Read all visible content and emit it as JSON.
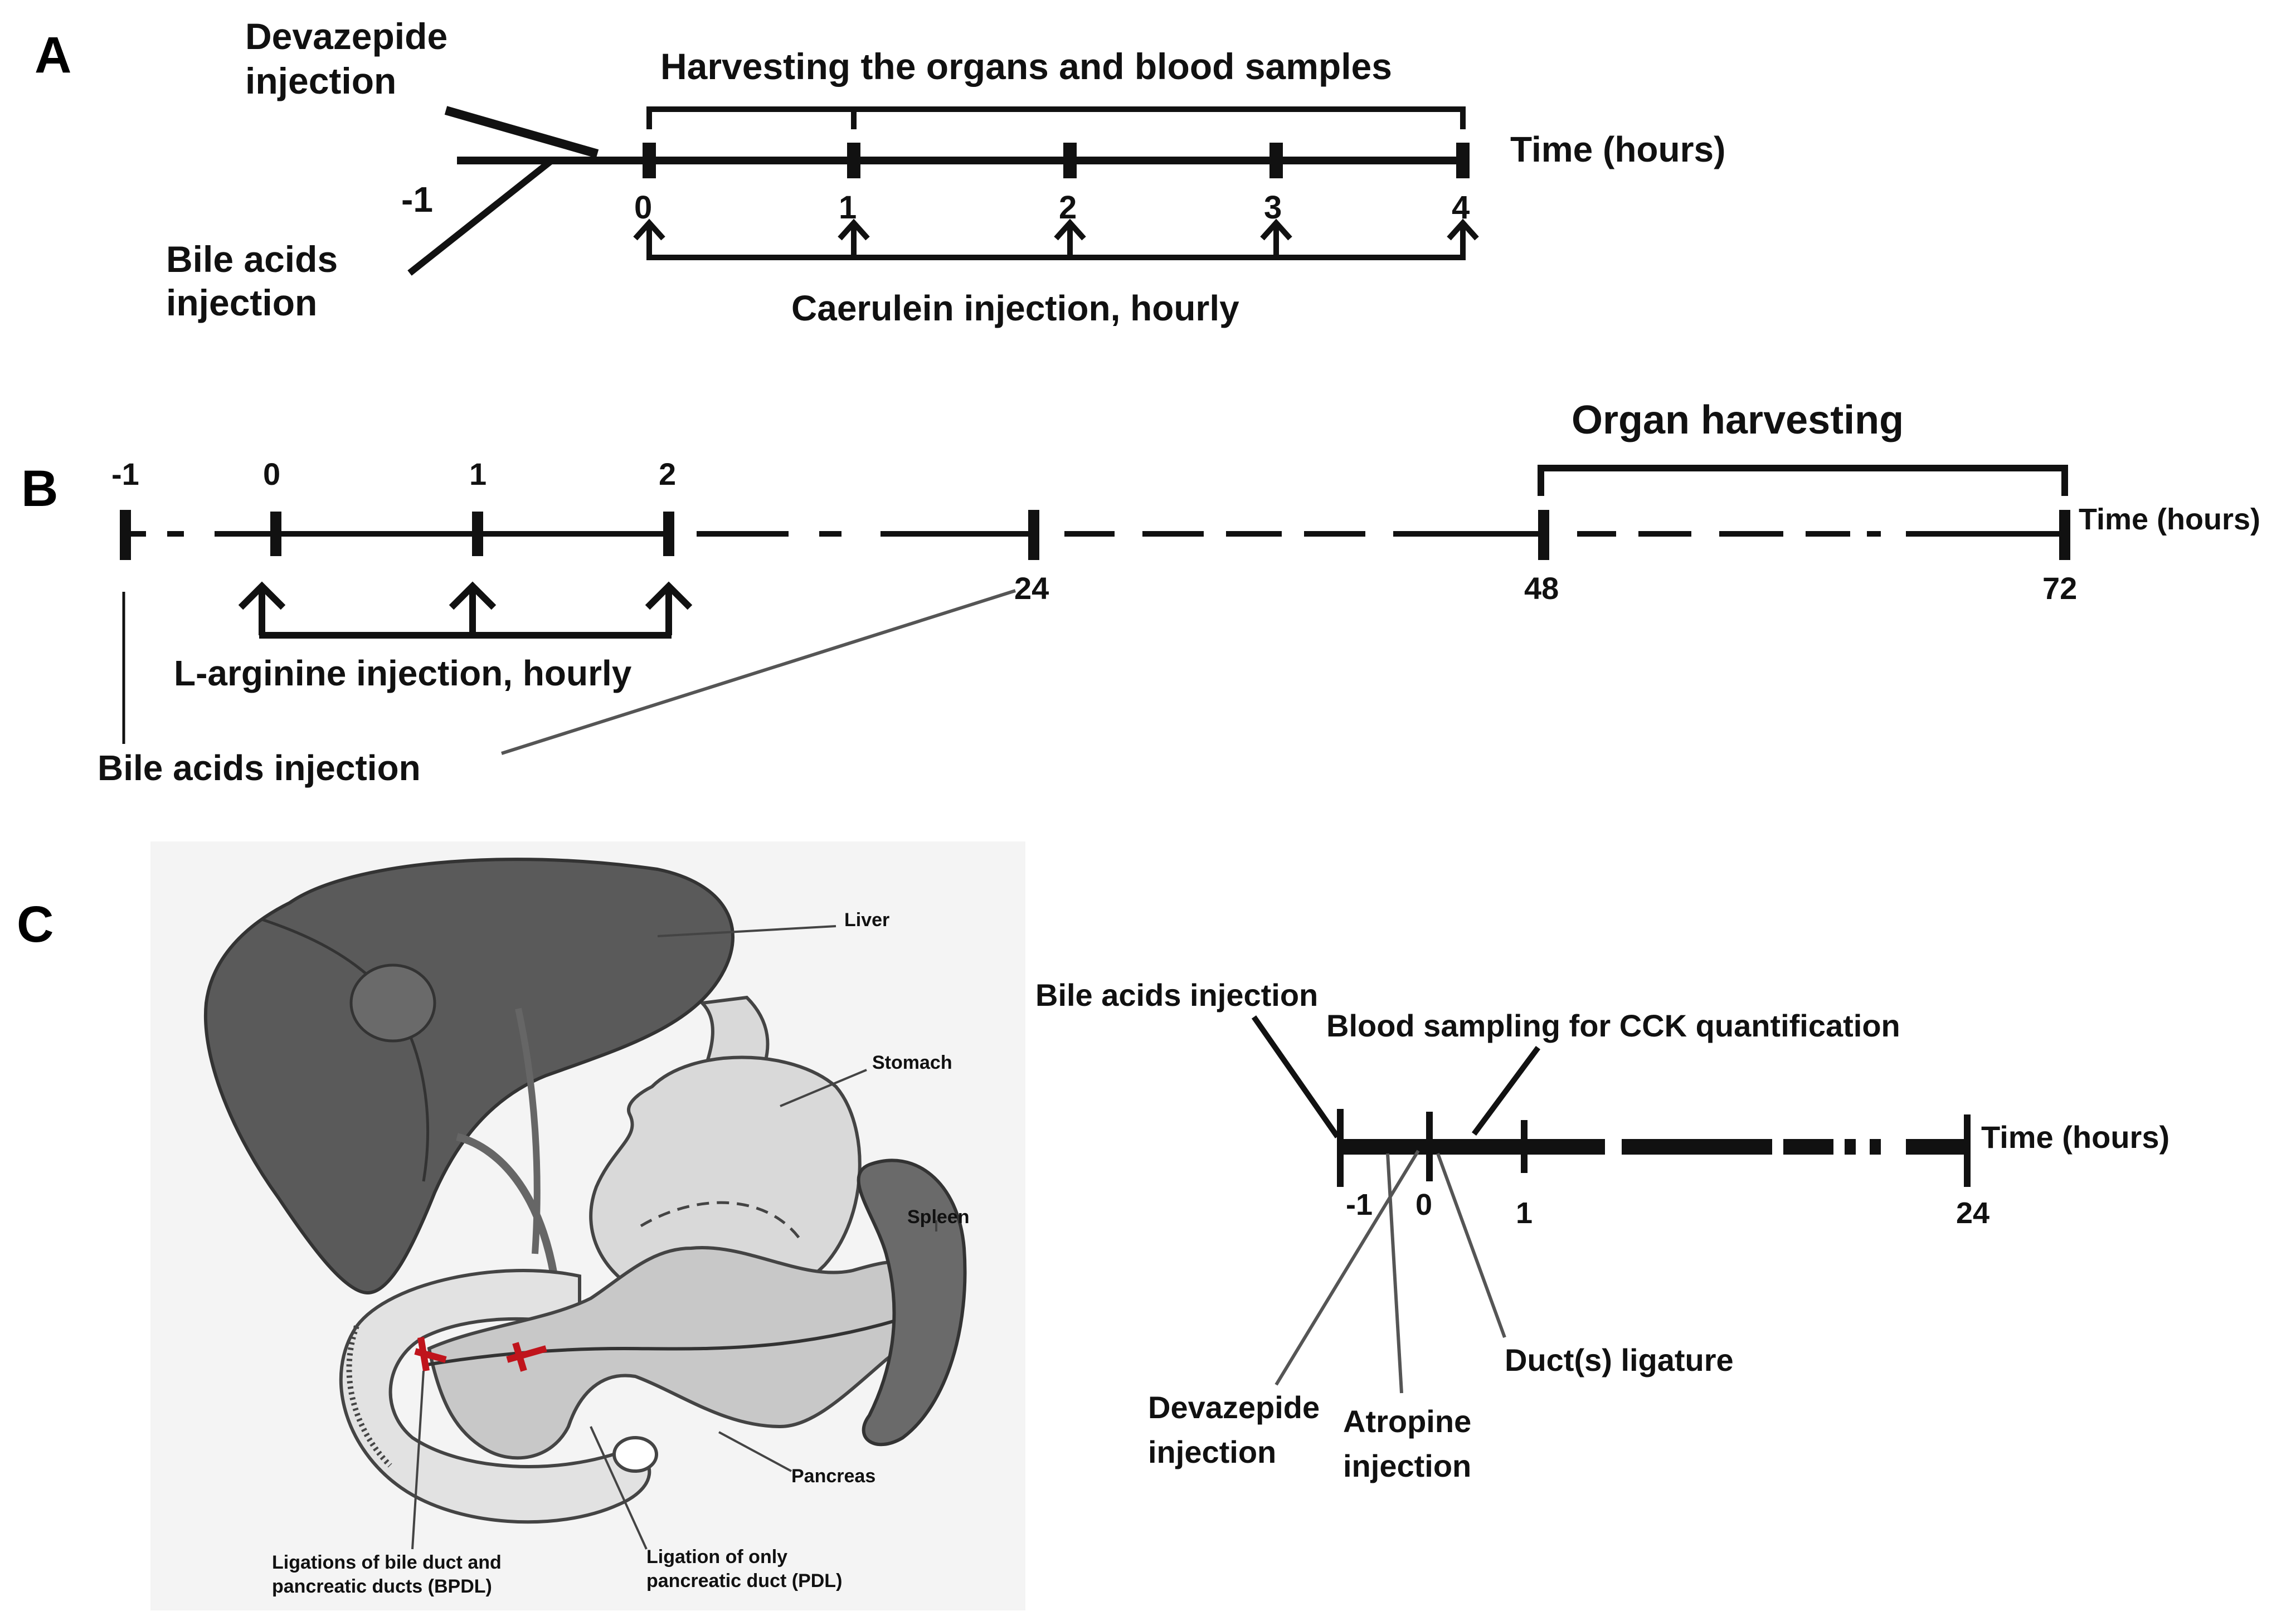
{
  "panels": {
    "a": "A",
    "b": "B",
    "c": "C"
  },
  "panel_a": {
    "devazepide": [
      "Devazepide",
      "injection"
    ],
    "bile_acids": [
      "Bile acids",
      "injection"
    ],
    "harvest_title": "Harvesting the organs and blood samples",
    "time_label": "Time (hours)",
    "minus_one": "-1",
    "ticks": [
      "0",
      "1",
      "2",
      "3",
      "4"
    ],
    "caerulein": "Caerulein injection, hourly"
  },
  "panel_b": {
    "top_ticks": [
      "-1",
      "0",
      "1",
      "2"
    ],
    "bottom_ticks": [
      "24",
      "48",
      "72"
    ],
    "organ_harvesting": "Organ harvesting",
    "time_label": "Time (hours)",
    "larginine": "L-arginine injection, hourly",
    "bile_acids": "Bile acids injection"
  },
  "panel_c": {
    "anatomy": {
      "liver": "Liver",
      "stomach": "Stomach",
      "spleen": "Spleen",
      "pancreas": "Pancreas",
      "bpdl": [
        "Ligations of bile duct and",
        "pancreatic ducts (BPDL)"
      ],
      "pdl": [
        "Ligation of only",
        "pancreatic duct (PDL)"
      ]
    },
    "timeline": {
      "bile_acids": "Bile acids injection",
      "blood_sampling": "Blood sampling for CCK quantification",
      "time_label": "Time (hours)",
      "ticks": [
        "-1",
        "0",
        "1",
        "24"
      ],
      "devazepide": [
        "Devazepide",
        "injection"
      ],
      "atropine": [
        "Atropine",
        "injection"
      ],
      "duct_ligature": "Duct(s) ligature"
    }
  },
  "colors": {
    "organ_dark": "#5a5a5a",
    "organ_light": "#d9d9d9",
    "ligature_red": "#c0141c"
  }
}
